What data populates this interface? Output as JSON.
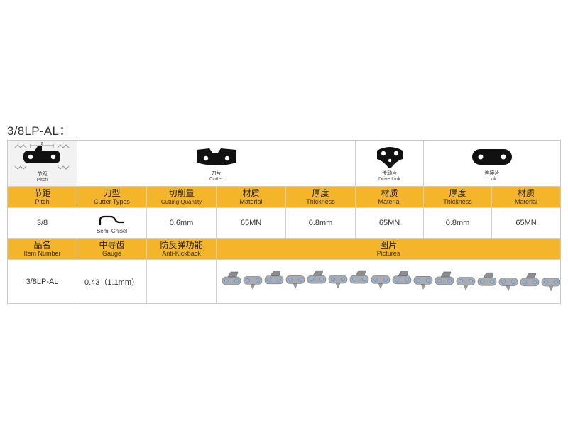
{
  "title": "3/8LP-AL：",
  "top_row": {
    "pitch": {
      "zh": "节距",
      "en": "Pitch",
      "dimension": "2"
    },
    "cutter": {
      "zh": "刀片",
      "en": "Cutter"
    },
    "drive_link": {
      "zh": "传动片",
      "en": "Drive Link"
    },
    "link": {
      "zh": "连接片",
      "en": "Link"
    }
  },
  "header1": [
    {
      "zh": "节距",
      "en": "Pitch"
    },
    {
      "zh": "刀型",
      "en": "Cutter Types"
    },
    {
      "zh": "切削量",
      "en": "Cutting Quantity"
    },
    {
      "zh": "材质",
      "en": "Material"
    },
    {
      "zh": "厚度",
      "en": "Thickness"
    },
    {
      "zh": "材质",
      "en": "Material"
    },
    {
      "zh": "厚度",
      "en": "Thickness"
    },
    {
      "zh": "材质",
      "en": "Material"
    }
  ],
  "row1": {
    "pitch": "3/8",
    "cutter_type": "Semi-Chisel",
    "cutting_quantity": "0.6mm",
    "cutter_material": "65MN",
    "cutter_thickness": "0.8mm",
    "drive_material": "65MN",
    "link_thickness": "0.8mm",
    "link_material": "65MN"
  },
  "header2": [
    {
      "zh": "品名",
      "en": "Item Number"
    },
    {
      "zh": "中导齿",
      "en": "Gauge"
    },
    {
      "zh": "防反弹功能",
      "en": "Anti-Kickback"
    },
    {
      "zh": "图片",
      "en": "Pictures"
    }
  ],
  "row2": {
    "item_number": "3/8LP-AL",
    "gauge": "0.43（1.1mm）",
    "anti_kickback": ""
  },
  "colors": {
    "header_yellow": "#f5b52a",
    "border": "#cfcfcf",
    "link_black": "#111111",
    "steel": "#a9adb3",
    "rivet_blue": "#8fb7d9"
  }
}
